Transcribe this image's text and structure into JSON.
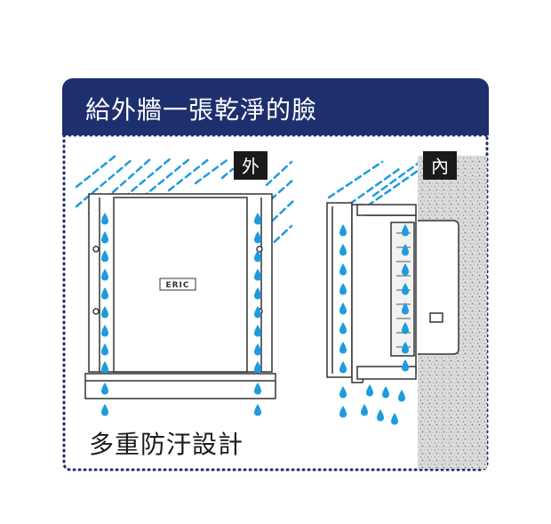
{
  "title": "給外牆一張乾淨的臉",
  "caption": "多重防汙設計",
  "labels": {
    "outside": "外",
    "inside": "內"
  },
  "product_logo": "ERIC",
  "colors": {
    "header_bg": "#1e2f6e",
    "border_dots": "#1e2f6e",
    "rain": "#1e9be0",
    "droplet": "#1e9be0",
    "tag_bg": "#1a1a1a",
    "wall": "#d6d6d6"
  }
}
